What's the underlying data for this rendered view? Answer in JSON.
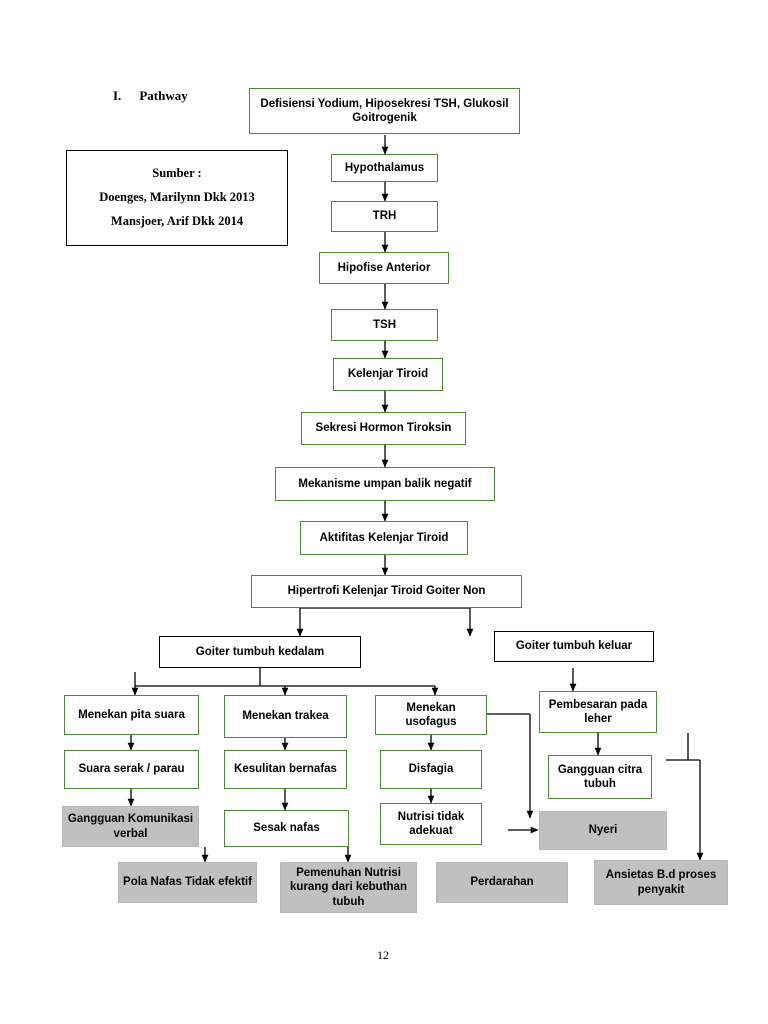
{
  "page": {
    "heading_number": "I.",
    "heading_label": "Pathway",
    "page_number": "12"
  },
  "source_box": {
    "title": "Sumber :",
    "lines": [
      "Doenges, Marilynn Dkk 2013",
      "Mansjoer, Arif Dkk 2014"
    ]
  },
  "flow": {
    "nodes": [
      {
        "id": "n1",
        "label": "Defisiensi Yodium, Hiposekresi TSH, Glukosil Goitrogenik"
      },
      {
        "id": "n2",
        "label": "Hypothalamus"
      },
      {
        "id": "n3",
        "label": "TRH"
      },
      {
        "id": "n4",
        "label": "Hipofise Anterior"
      },
      {
        "id": "n5",
        "label": "TSH"
      },
      {
        "id": "n6",
        "label": "Kelenjar Tiroid"
      },
      {
        "id": "n7",
        "label": "Sekresi Hormon Tiroksin"
      },
      {
        "id": "n8",
        "label": "Mekanisme umpan balik negatif"
      },
      {
        "id": "n9",
        "label": "Aktifitas Kelenjar Tiroid"
      },
      {
        "id": "n10",
        "label": "Hipertrofi Kelenjar Tiroid Goiter Non"
      },
      {
        "id": "n11",
        "label": "Goiter tumbuh kedalam"
      },
      {
        "id": "n12",
        "label": "Goiter tumbuh keluar"
      },
      {
        "id": "n13",
        "label": "Menekan pita suara"
      },
      {
        "id": "n14",
        "label": "Menekan trakea"
      },
      {
        "id": "n15",
        "label": "Menekan usofagus"
      },
      {
        "id": "n16",
        "label": "Pembesaran pada leher"
      },
      {
        "id": "n17",
        "label": "Suara serak / parau"
      },
      {
        "id": "n18",
        "label": "Kesulitan bernafas"
      },
      {
        "id": "n19",
        "label": "Disfagia"
      },
      {
        "id": "n20",
        "label": "Gangguan citra tubuh"
      },
      {
        "id": "n21",
        "label": "Gangguan Komunikasi verbal"
      },
      {
        "id": "n22",
        "label": "Sesak nafas"
      },
      {
        "id": "n23",
        "label": "Nutrisi tidak adekuat"
      },
      {
        "id": "n24",
        "label": "Nyeri"
      },
      {
        "id": "n25",
        "label": "Pola Nafas Tidak efektif"
      },
      {
        "id": "n26",
        "label": "Pemenuhan Nutrisi kurang dari kebuthan tubuh"
      },
      {
        "id": "n27",
        "label": "Perdarahan"
      },
      {
        "id": "n28",
        "label": "Ansietas B.d proses penyakit"
      }
    ]
  },
  "colors": {
    "green_border": "#4a8a33",
    "gray_fill": "#c0c0c0",
    "black": "#000000"
  }
}
